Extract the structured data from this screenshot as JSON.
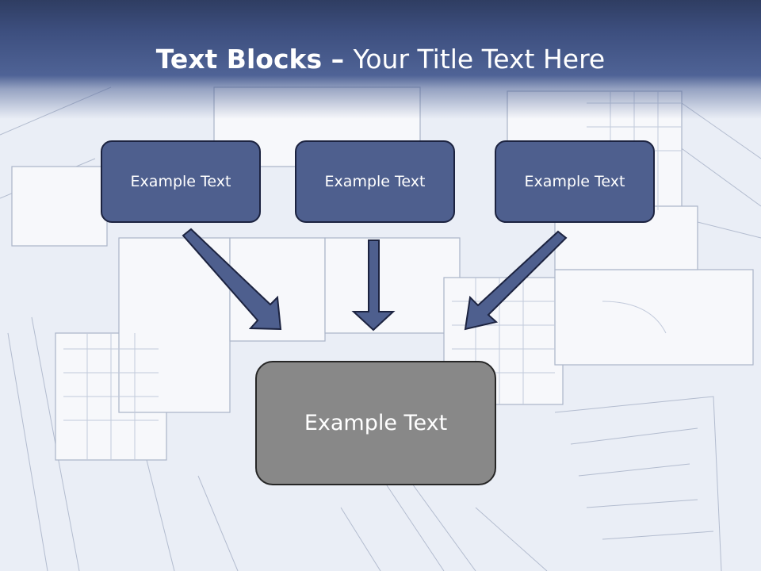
{
  "slide": {
    "title_bold": "Text Blocks",
    "title_separator": " – ",
    "title_rest": "Your Title Text Here"
  },
  "blocks": {
    "top": [
      "Example Text",
      "Example Text",
      "Example Text"
    ],
    "bottom": "Example Text"
  },
  "colors": {
    "header_dark": "#2f3d62",
    "header_mid": "#4f6396",
    "box_fill": "#4e5f8e",
    "box_border": "#1c2340",
    "bottom_box_fill": "#888888",
    "bottom_box_border": "#262626",
    "text": "#ffffff"
  },
  "background": {
    "image": "architectural-blueprint-building-model"
  }
}
